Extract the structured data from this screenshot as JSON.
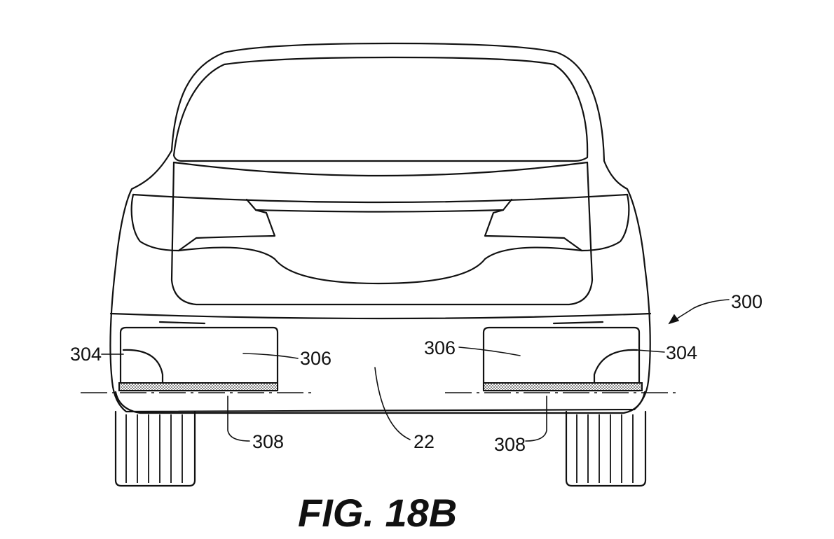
{
  "figure": {
    "title": "FIG. 18B",
    "labels": {
      "assembly": "300",
      "lamp_left": "304",
      "lamp_right": "304",
      "panel_left": "306",
      "panel_right": "306",
      "strip_left": "308",
      "strip_right": "308",
      "bumper": "22"
    }
  }
}
